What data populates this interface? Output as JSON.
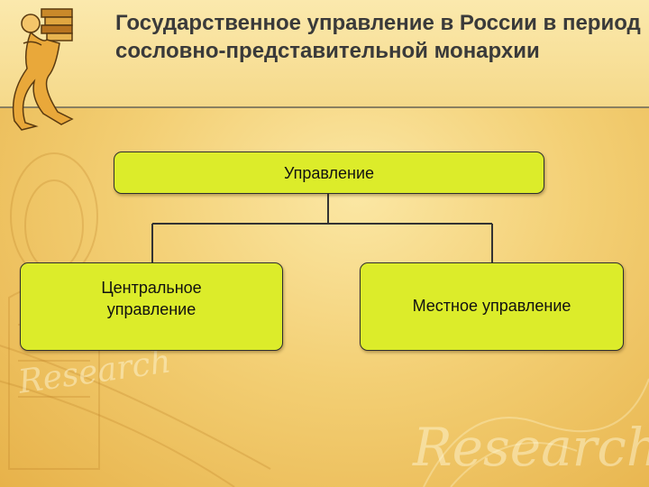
{
  "slide": {
    "title": "Государственное управление в России в период  сословно-представительной монархии"
  },
  "diagram": {
    "root": "Управление",
    "children": [
      "Центральное управление",
      "Местное управление"
    ]
  },
  "decoration": {
    "watermark_large": "Research",
    "watermark_small": "Research"
  },
  "colors": {
    "box_fill": "#dcec2a",
    "background": "#f3cf74",
    "title_text": "#3a3a3a"
  },
  "icons": [
    "book-carrier-figure-logo"
  ]
}
